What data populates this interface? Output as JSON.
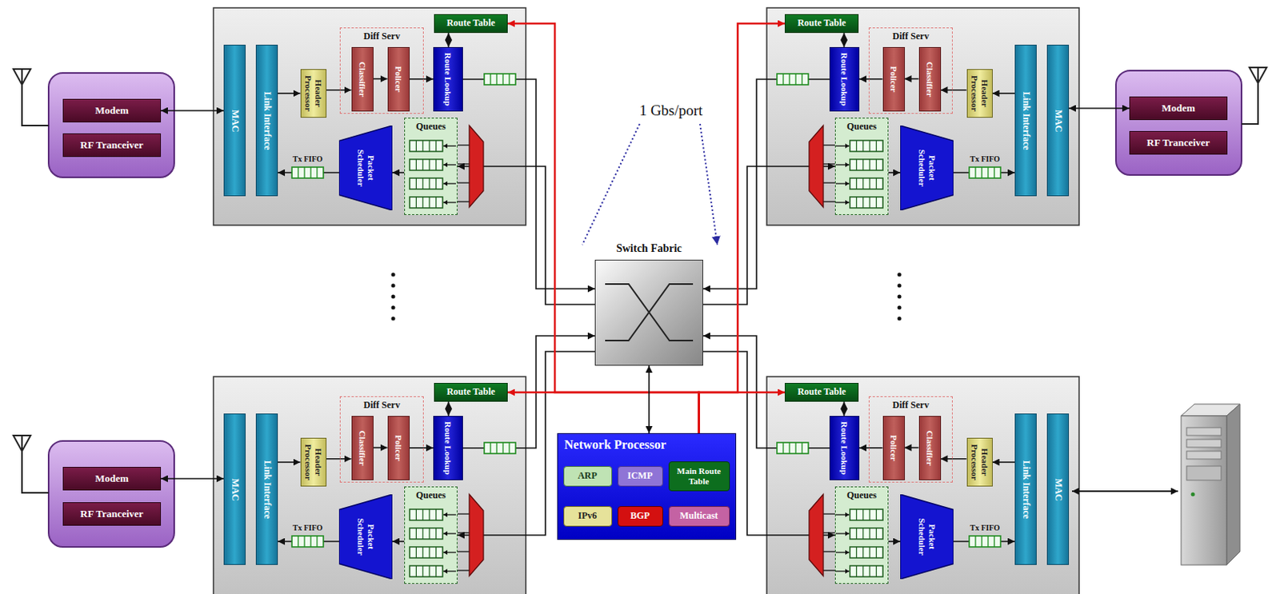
{
  "diagram": {
    "nodes": [
      {
        "text": [
          "Modem"
        ]
      },
      {
        "text": [
          "RF Tranceiver"
        ]
      },
      {
        "text": [
          "MAC"
        ]
      },
      {
        "text": [
          "Link Interface"
        ]
      },
      {
        "text": [
          "Header Processor"
        ]
      },
      {
        "text": [
          "Diff Serv"
        ]
      },
      {
        "text": [
          "Classifier"
        ],
        "in": 5
      },
      {
        "text": [
          "Policer"
        ],
        "in": 5
      },
      {
        "text": [
          "Route Table"
        ]
      },
      {
        "text": [
          "Route Lookup"
        ]
      },
      {
        "text": [
          "Queues"
        ]
      },
      {
        "text": [
          "Packet Scheduler"
        ]
      },
      {
        "text": [
          "Route Table"
        ]
      },
      {
        "text": [
          "Route Lookup"
        ]
      },
      {
        "text": [
          "Diff Serv"
        ]
      },
      {
        "text": [
          "Policer"
        ],
        "in": 14
      },
      {
        "text": [
          "Classifier"
        ],
        "in": 14
      },
      {
        "text": [
          "Header Processor"
        ]
      },
      {
        "text": [
          "Link Interface"
        ]
      },
      {
        "text": [
          "MAC"
        ]
      },
      {
        "text": [
          "Queues"
        ]
      },
      {
        "text": [
          "Packet Scheduler"
        ]
      },
      {
        "text": [
          "Modem"
        ]
      },
      {
        "text": [
          "RF Tranceiver"
        ]
      },
      {
        "text": [
          "Switch Fabric"
        ]
      },
      {
        "text": [
          "Modem"
        ]
      },
      {
        "text": [
          "RF Tranceiver"
        ]
      },
      {
        "text": [
          "MAC"
        ]
      },
      {
        "text": [
          "Link Interface"
        ]
      },
      {
        "text": [
          "Header Processor"
        ]
      },
      {
        "text": [
          "Diff Serv"
        ]
      },
      {
        "text": [
          "Classifier"
        ],
        "in": 30
      },
      {
        "text": [
          "Policer"
        ],
        "in": 30
      },
      {
        "text": [
          "Route Table"
        ]
      },
      {
        "text": [
          "Route Lookup"
        ]
      },
      {
        "text": [
          "Queues"
        ]
      },
      {
        "text": [
          "Packet Scheduler"
        ]
      },
      {
        "text": [
          "Network Processor"
        ]
      },
      {
        "text": [
          "ARP"
        ],
        "in": 37
      },
      {
        "text": [
          "ICMP"
        ],
        "in": 37
      },
      {
        "text": [
          "Main Route Table"
        ],
        "in": 37
      },
      {
        "text": [
          "IPv6"
        ],
        "in": 37
      },
      {
        "text": [
          "BGP"
        ],
        "in": 37
      },
      {
        "text": [
          "Multicast"
        ],
        "in": 37
      },
      {
        "text": [
          "Route Table"
        ]
      },
      {
        "text": [
          "Route Lookup"
        ]
      },
      {
        "text": [
          "Diff Serv"
        ]
      },
      {
        "text": [
          "Policer"
        ],
        "in": 46
      },
      {
        "text": [
          "Classifier"
        ],
        "in": 46
      },
      {
        "text": [
          "Header Processor"
        ]
      },
      {
        "text": [
          "Link Interface"
        ]
      },
      {
        "text": [
          "MAC"
        ]
      },
      {
        "text": [
          "Queues"
        ]
      },
      {
        "text": [
          "Packet Scheduler"
        ]
      }
    ],
    "edges": [
      {
        "from": 0,
        "to": 2,
        "arrow": "both"
      },
      {
        "from": 3,
        "to": 4,
        "arrow": "to"
      },
      {
        "from": 4,
        "to": 6,
        "arrow": "to"
      },
      {
        "from": 6,
        "to": 7,
        "arrow": "to"
      },
      {
        "from": 7,
        "to": 9,
        "arrow": "to"
      },
      {
        "from": 9,
        "to": 8,
        "arrow": "both"
      },
      {
        "from": 9,
        "to": 24,
        "arrow": "to"
      },
      {
        "from": 24,
        "to": 10,
        "arrow": "to"
      },
      {
        "from": 10,
        "to": 11,
        "arrow": "to"
      },
      {
        "from": 11,
        "to": 3,
        "arrow": "to"
      },
      {
        "from": 22,
        "to": 19,
        "arrow": "both"
      },
      {
        "from": 18,
        "to": 17,
        "arrow": "to"
      },
      {
        "from": 17,
        "to": 16,
        "arrow": "to"
      },
      {
        "from": 16,
        "to": 15,
        "arrow": "to"
      },
      {
        "from": 15,
        "to": 13,
        "arrow": "to"
      },
      {
        "from": 13,
        "to": 12,
        "arrow": "both"
      },
      {
        "from": 13,
        "to": 24,
        "arrow": "to"
      },
      {
        "from": 24,
        "to": 20,
        "arrow": "to"
      },
      {
        "from": 20,
        "to": 21,
        "arrow": "to"
      },
      {
        "from": 21,
        "to": 18,
        "arrow": "to"
      },
      {
        "from": 25,
        "to": 27,
        "arrow": "both"
      },
      {
        "from": 28,
        "to": 29,
        "arrow": "to"
      },
      {
        "from": 29,
        "to": 31,
        "arrow": "to"
      },
      {
        "from": 31,
        "to": 32,
        "arrow": "to"
      },
      {
        "from": 32,
        "to": 34,
        "arrow": "to"
      },
      {
        "from": 34,
        "to": 33,
        "arrow": "both"
      },
      {
        "from": 34,
        "to": 24,
        "arrow": "to"
      },
      {
        "from": 24,
        "to": 35,
        "arrow": "to"
      },
      {
        "from": 35,
        "to": 36,
        "arrow": "to"
      },
      {
        "from": 36,
        "to": 28,
        "arrow": "to"
      },
      {
        "from": 50,
        "to": 49,
        "arrow": "to"
      },
      {
        "from": 49,
        "to": 48,
        "arrow": "to"
      },
      {
        "from": 48,
        "to": 47,
        "arrow": "to"
      },
      {
        "from": 47,
        "to": 45,
        "arrow": "to"
      },
      {
        "from": 45,
        "to": 44,
        "arrow": "both"
      },
      {
        "from": 45,
        "to": 24,
        "arrow": "to"
      },
      {
        "from": 24,
        "to": 52,
        "arrow": "to"
      },
      {
        "from": 52,
        "to": 53,
        "arrow": "to"
      },
      {
        "from": 53,
        "to": 50,
        "arrow": "to"
      },
      {
        "from": 40,
        "to": 8,
        "arrow": "to"
      },
      {
        "from": 40,
        "to": 12,
        "arrow": "to"
      },
      {
        "from": 40,
        "to": 33,
        "arrow": "to"
      },
      {
        "from": 40,
        "to": 44,
        "arrow": "to"
      },
      {
        "from": 24,
        "to": 37,
        "arrow": "both"
      }
    ],
    "labels": [
      "1 Gbs/port",
      "Tx FIFO",
      "Tx FIFO",
      "Tx FIFO",
      "Tx FIFO"
    ]
  }
}
